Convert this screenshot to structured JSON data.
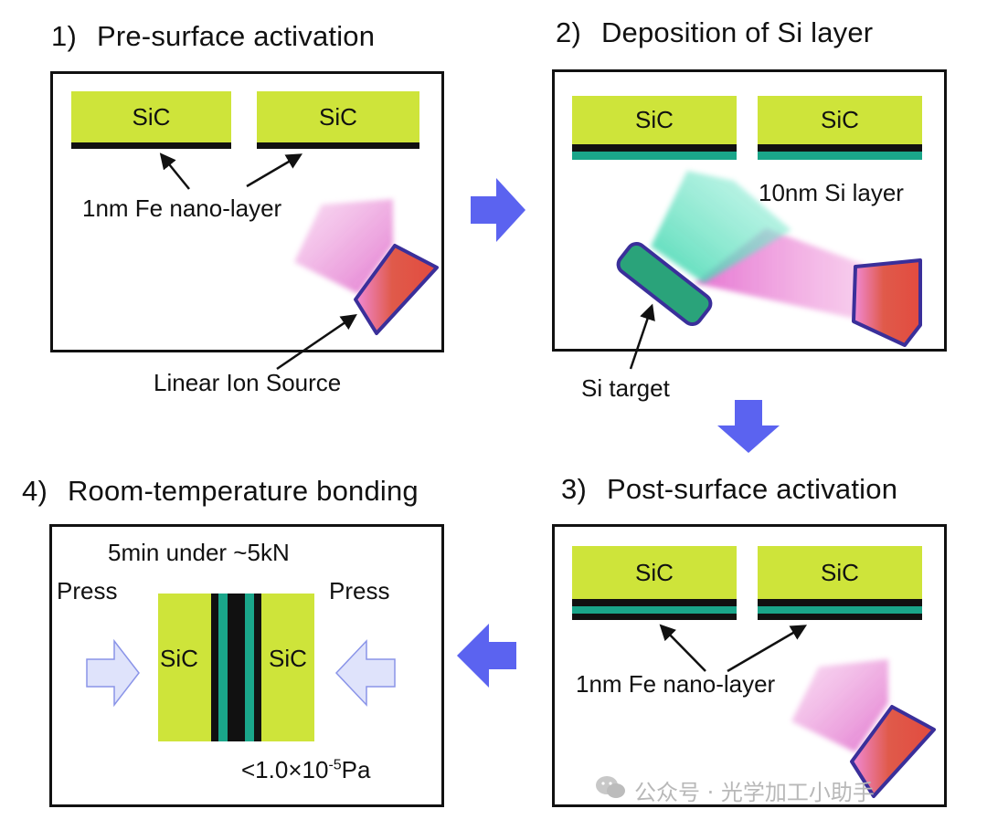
{
  "steps": [
    {
      "num": "1)",
      "title": "Pre-surface activation"
    },
    {
      "num": "2)",
      "title": "Deposition of Si layer"
    },
    {
      "num": "3)",
      "title": "Post-surface activation"
    },
    {
      "num": "4)",
      "title": "Room-temperature bonding"
    }
  ],
  "panel1": {
    "sic_left": "SiC",
    "sic_right": "SiC",
    "fe_label": "1nm Fe nano-layer",
    "source_label": "Linear Ion Source"
  },
  "panel2": {
    "sic_left": "SiC",
    "sic_right": "SiC",
    "si_layer_label": "10nm Si layer",
    "target_label": "Si target"
  },
  "panel3": {
    "sic_left": "SiC",
    "sic_right": "SiC",
    "fe_label": "1nm Fe nano-layer"
  },
  "panel4": {
    "condition_label": "5min under ~5kN",
    "press_left": "Press",
    "press_right": "Press",
    "sic_left": "SiC",
    "sic_right": "SiC",
    "vacuum_prefix": "<1.0×10",
    "vacuum_exp": "-5",
    "vacuum_unit": "Pa"
  },
  "watermark": {
    "text": "公众号 · 光学加工小助手"
  },
  "colors": {
    "sic": "#cee43a",
    "fe_layer": "#111111",
    "si_layer": "#1aa68a",
    "ion_beam": "#e98fd6",
    "ion_source": "#e05a4a",
    "ion_source_border": "#3a2f9a",
    "si_target": "#2aa37a",
    "arrow": "#5b63f0",
    "press_arrow": "#dfe3fb"
  }
}
